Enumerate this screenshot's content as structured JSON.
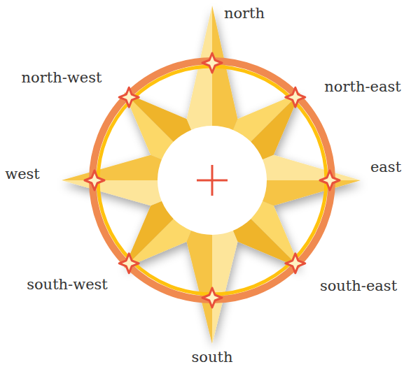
{
  "diagram": {
    "labels": [
      "north",
      "north-west",
      "north-east",
      "west",
      "east",
      "south-west",
      "south-east",
      "south"
    ]
  }
}
